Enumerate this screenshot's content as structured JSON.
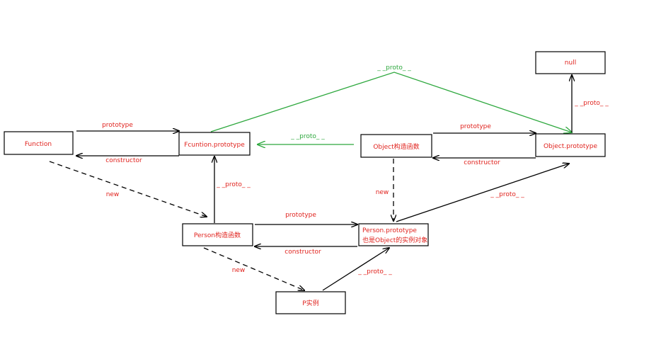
{
  "nodes": {
    "null": "null",
    "function": "Function",
    "function_prototype": "Fcuntion.prototype",
    "object_ctor": "Object构造函数",
    "object_prototype": "Object.prototype",
    "person_ctor": "Person构造函数",
    "person_prototype_line1": "Person.prototype",
    "person_prototype_line2": "也是Object的实例对象",
    "p_instance": "P实例"
  },
  "labels": {
    "proto_top": "_ _proto_ _",
    "prototype_fn": "prototype",
    "constructor_fn": "constructor",
    "proto_obj_to_fnproto": "_ _proto_ _",
    "prototype_obj": "prototype",
    "constructor_obj": "constructor",
    "proto_objproto_null": "_ _proto_ _",
    "new_fn_person": "new",
    "proto_person_fnproto": "_ _proto_ _",
    "new_obj_personproto": "new",
    "proto_personproto_objproto": "_ _proto_ _",
    "prototype_person": "prototype",
    "constructor_person": "constructor",
    "new_person_p": "new",
    "proto_p_personproto": "_ _proto_ _"
  },
  "colors": {
    "text_red": "#e0231e",
    "proto_green": "#2ea83e",
    "line_black": "#000000"
  }
}
